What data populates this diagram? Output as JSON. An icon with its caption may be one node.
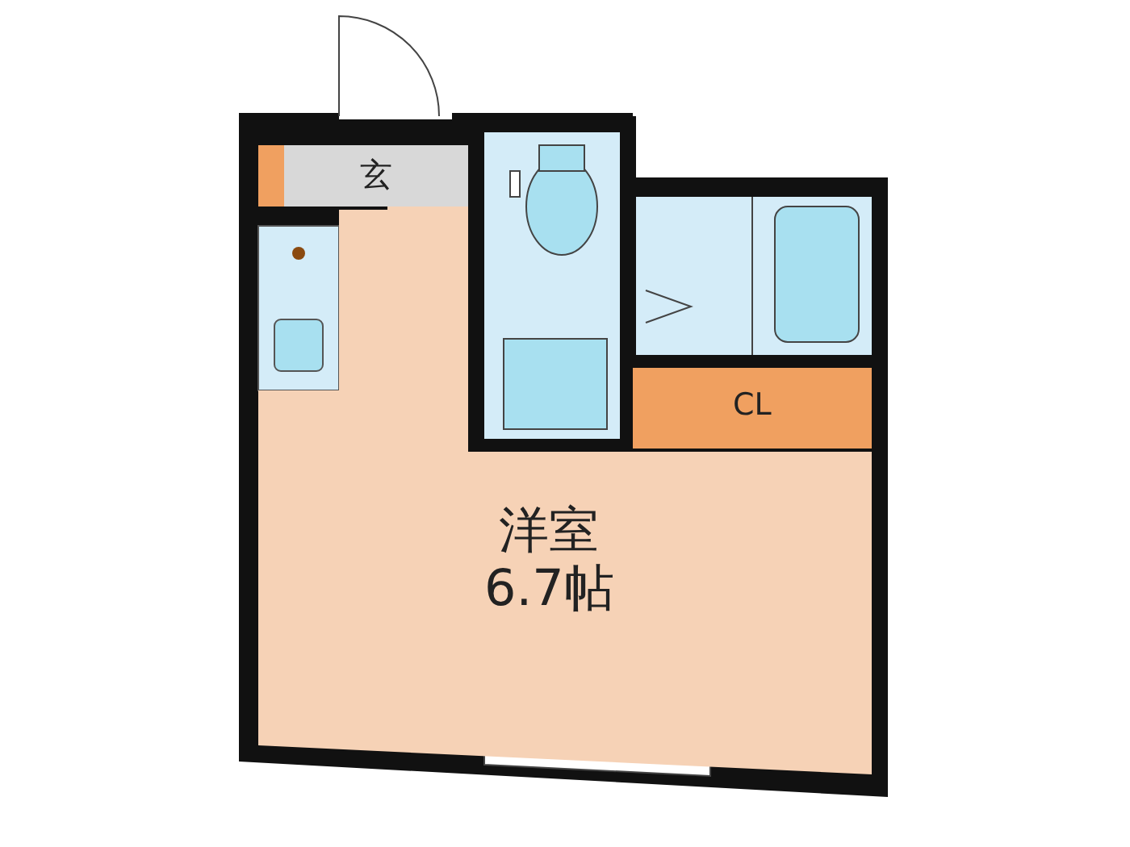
{
  "diagram": {
    "nodes": [
      {
        "text": [
          "玄"
        ]
      },
      {
        "text": [
          "CL"
        ]
      },
      {
        "text": [
          "洋室",
          "6.7帖"
        ]
      }
    ]
  }
}
